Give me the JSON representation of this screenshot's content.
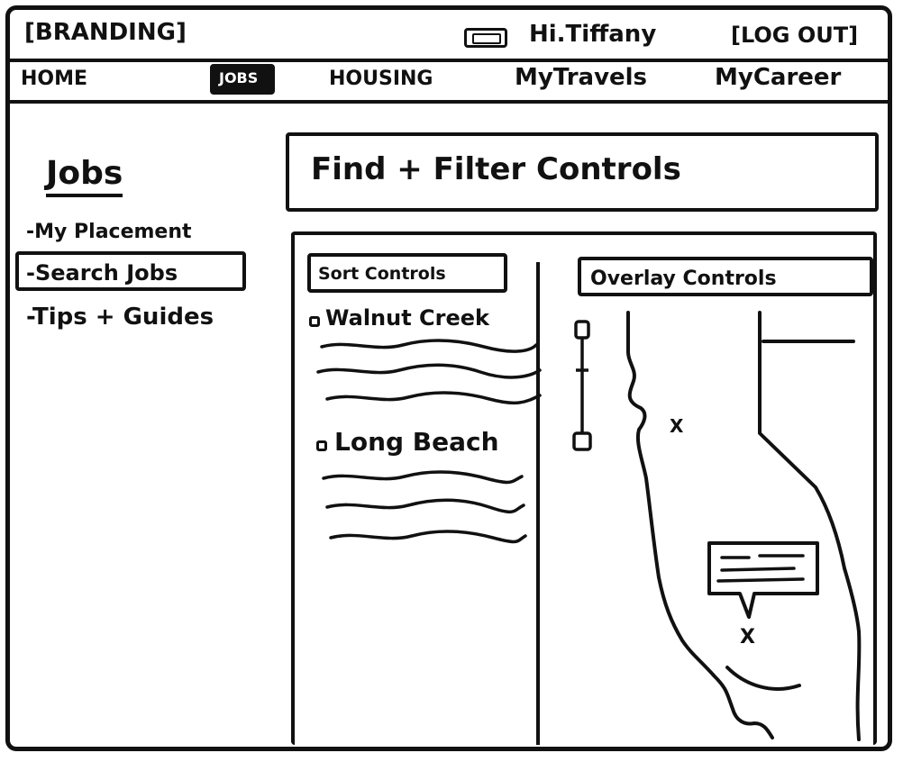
{
  "header": {
    "branding": "[BRANDING]",
    "greeting": "Hi.Tiffany",
    "logout": "[LOG OUT]"
  },
  "nav": {
    "items": [
      {
        "label": "HOME"
      },
      {
        "label": "JOBS",
        "active": true
      },
      {
        "label": "HOUSING"
      },
      {
        "label": "MyTravels"
      },
      {
        "label": "MyCareer"
      }
    ]
  },
  "sidebar": {
    "title": "Jobs",
    "items": [
      {
        "label": "-My Placement"
      },
      {
        "label": "-Search Jobs",
        "selected": true
      },
      {
        "label": "-Tips + Guides"
      }
    ]
  },
  "main": {
    "find_filter": "Find + Filter Controls",
    "sort_controls": "Sort Controls",
    "overlay_controls": "Overlay Controls",
    "results": [
      {
        "location": "Walnut Creek"
      },
      {
        "location": "Long Beach"
      }
    ]
  },
  "map": {
    "markers": [
      "X",
      "X"
    ]
  }
}
